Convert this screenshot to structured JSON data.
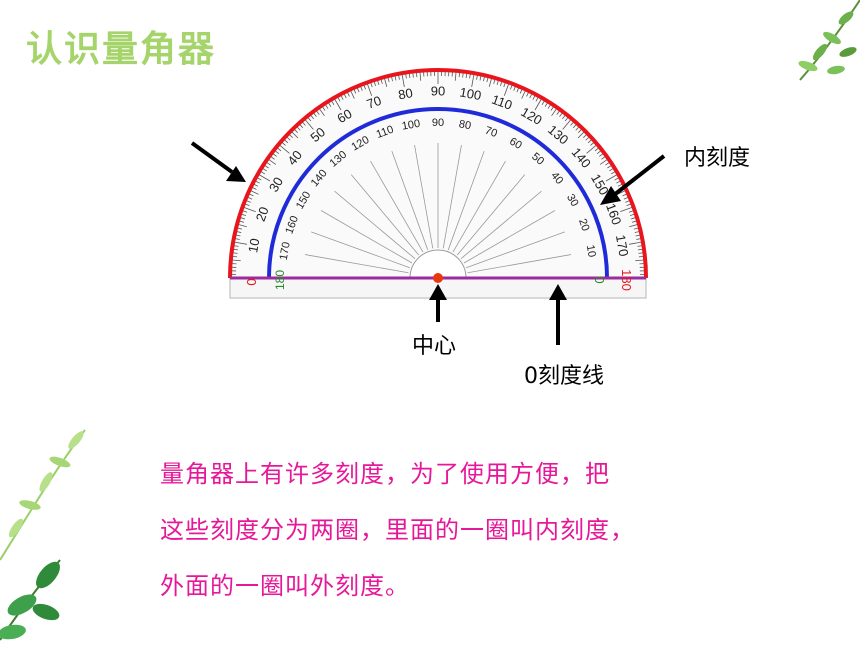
{
  "title": "认识量角器",
  "labels": {
    "inner_scale": "内刻度",
    "center": "中心",
    "zero_line": "0刻度线"
  },
  "description": [
    "量角器上有许多刻度，为了使用方便，把",
    "这些刻度分为两圈，里面的一圈叫内刻度，",
    "外面的一圈叫外刻度。"
  ],
  "colors": {
    "title": "#a4d46a",
    "outer_arc": "#e8151c",
    "inner_arc": "#1f2bd8",
    "baseline": "#9b2c9e",
    "center_dot": "#e8380d",
    "description": "#e6189a",
    "leaf": "#6bb04a"
  },
  "protractor": {
    "outer_scale_labels": [
      "0",
      "10",
      "20",
      "30",
      "40",
      "50",
      "60",
      "70",
      "80",
      "90",
      "100",
      "110",
      "120",
      "130",
      "140",
      "150",
      "160",
      "170",
      "180"
    ],
    "inner_scale_labels": [
      "180",
      "170",
      "160",
      "150",
      "140",
      "130",
      "120",
      "110",
      "100",
      "90",
      "80",
      "70",
      "60",
      "50",
      "40",
      "30",
      "20",
      "10",
      "0"
    ],
    "outer_end_left": "0",
    "outer_end_right": "180",
    "inner_end_left": "180",
    "inner_end_right": "0"
  },
  "icons": [
    "arrow-icon",
    "leaf-branch-icon"
  ]
}
